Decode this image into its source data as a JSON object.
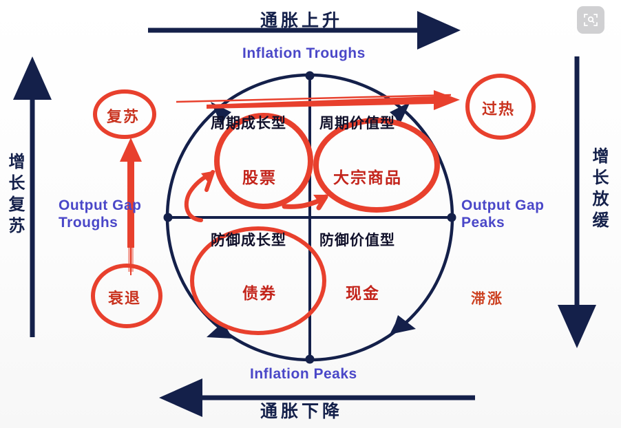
{
  "diagram": {
    "title_cn_top": "通胀上升",
    "title_cn_bottom": "通胀下降",
    "axis_top_en": "Inflation Troughs",
    "axis_bottom_en": "Inflation Peaks",
    "axis_left_en_line1": "Output Gap",
    "axis_left_en_line2": "Troughs",
    "axis_right_en_line1": "Output Gap",
    "axis_right_en_line2": "Peaks",
    "axis_left_cn": "增长复苏",
    "axis_right_cn": "增长放缓"
  },
  "quadrants": [
    {
      "id": "cyclical-growth",
      "title": "周期成长型",
      "asset": "股票"
    },
    {
      "id": "cyclical-value",
      "title": "周期价值型",
      "asset": "大宗商品"
    },
    {
      "id": "defensive-growth",
      "title": "防御成长型",
      "asset": "债券"
    },
    {
      "id": "defensive-value",
      "title": "防御价值型",
      "asset": "现金"
    }
  ],
  "phases": [
    {
      "id": "recovery",
      "label": "复苏"
    },
    {
      "id": "overheat",
      "label": "过热"
    },
    {
      "id": "recession",
      "label": "衰退"
    },
    {
      "id": "stagflation",
      "label": "滞涨"
    }
  ],
  "colors": {
    "navy": "#14204a",
    "red": "#e8402d",
    "asset_red": "#c3241b",
    "blue_label": "#4a47c8",
    "background": "#fdfdfd"
  },
  "watermark": {
    "icon": "scan-search-icon"
  }
}
